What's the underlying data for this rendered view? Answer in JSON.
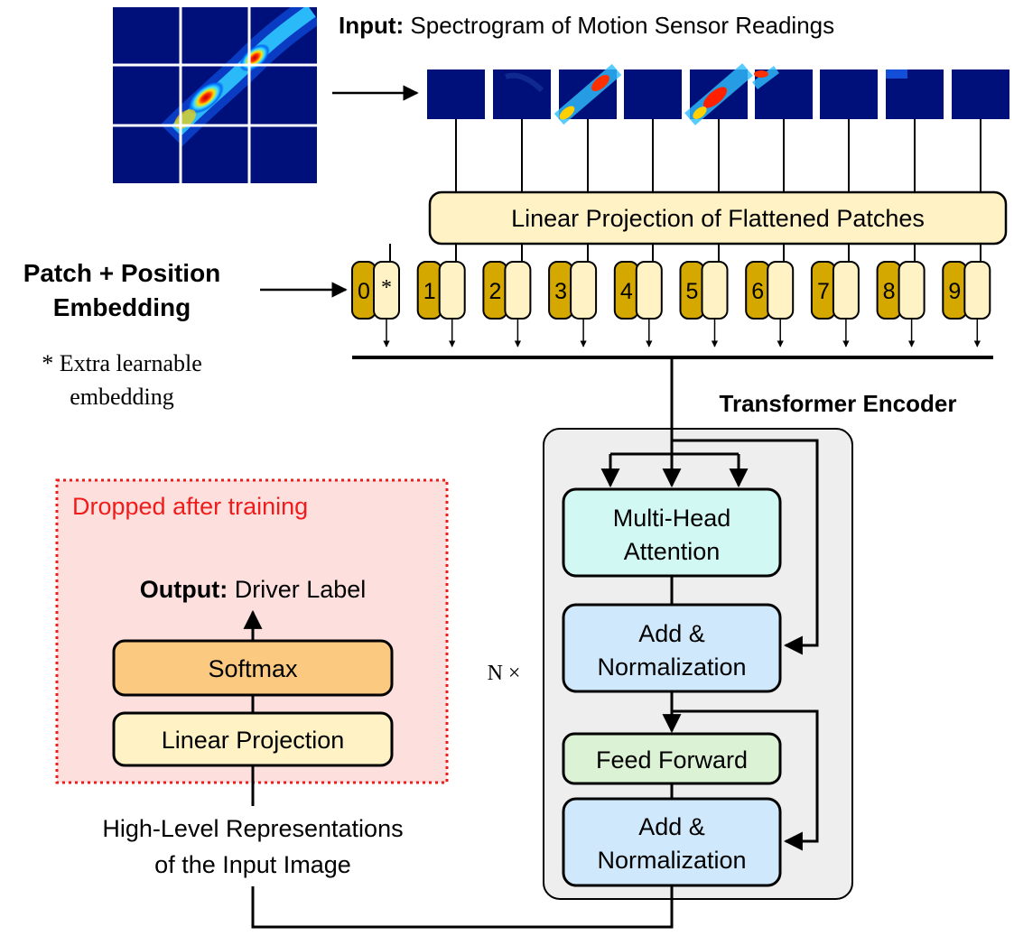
{
  "input": {
    "label_bold": "Input:",
    "label_text": "Spectrogram of Motion Sensor Readings"
  },
  "projection_box": {
    "label": "Linear Projection of Flattened Patches"
  },
  "embedding": {
    "label_line1": "Patch + Position",
    "label_line2": "Embedding",
    "tokens": [
      "0",
      "1",
      "2",
      "3",
      "4",
      "5",
      "6",
      "7",
      "8",
      "9"
    ],
    "extra_token_marker": "*",
    "note_line1": "* Extra learnable",
    "note_line2": "embedding"
  },
  "encoder": {
    "title": "Transformer Encoder",
    "repeat_label": "N ×",
    "attention_line1": "Multi-Head",
    "attention_line2": "Attention",
    "addnorm1_line1": "Add &",
    "addnorm1_line2": "Normalization",
    "feed_forward": "Feed Forward",
    "addnorm2_line1": "Add &",
    "addnorm2_line2": "Normalization"
  },
  "head": {
    "dropped_label": "Dropped after training",
    "output_bold": "Output:",
    "output_text": "Driver Label",
    "softmax": "Softmax",
    "linear_projection": "Linear Projection",
    "representation_line1": "High-Level Representations",
    "representation_line2": "of the Input Image"
  },
  "colors": {
    "patch_bg": "#00107a",
    "projection_fill": "#fff2c4",
    "token_dark": "#d5a800",
    "token_light": "#fff2c4",
    "encoder_fill": "#eeeeee",
    "attention_fill": "#d2f8f3",
    "addnorm_fill": "#cfe8fb",
    "feedforward_fill": "#dcf2d4",
    "dropped_fill": "#fde0de",
    "dropped_border": "#ef1c1c",
    "dropped_text": "#ef1c1c",
    "softmax_fill": "#fbc97f",
    "linear_fill": "#fff2c4"
  },
  "icons": [
    "spectrogram-grid",
    "patch-thumbnail",
    "arrow"
  ]
}
